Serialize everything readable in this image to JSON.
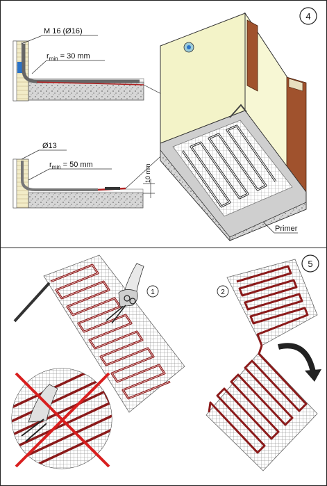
{
  "steps": {
    "top": "4",
    "bottom": "5"
  },
  "substeps": {
    "cut": "1",
    "turn": "2"
  },
  "labels": {
    "conduit": "M 16 (Ø16)",
    "rmin_label": "r",
    "rmin_sub": "min",
    "rmin_top": " = 30 mm",
    "diameter_small": "Ø13",
    "rmin_bottom": " = 50 mm",
    "depth": "10 mm",
    "primer": "Primer"
  },
  "colors": {
    "wire": "#9b1c1c",
    "mesh": "#8a8a8a",
    "wall": "#f3f3c8",
    "wood": "#a0522d",
    "floor": "#c8c8c8",
    "cross": "#d81e1e"
  }
}
